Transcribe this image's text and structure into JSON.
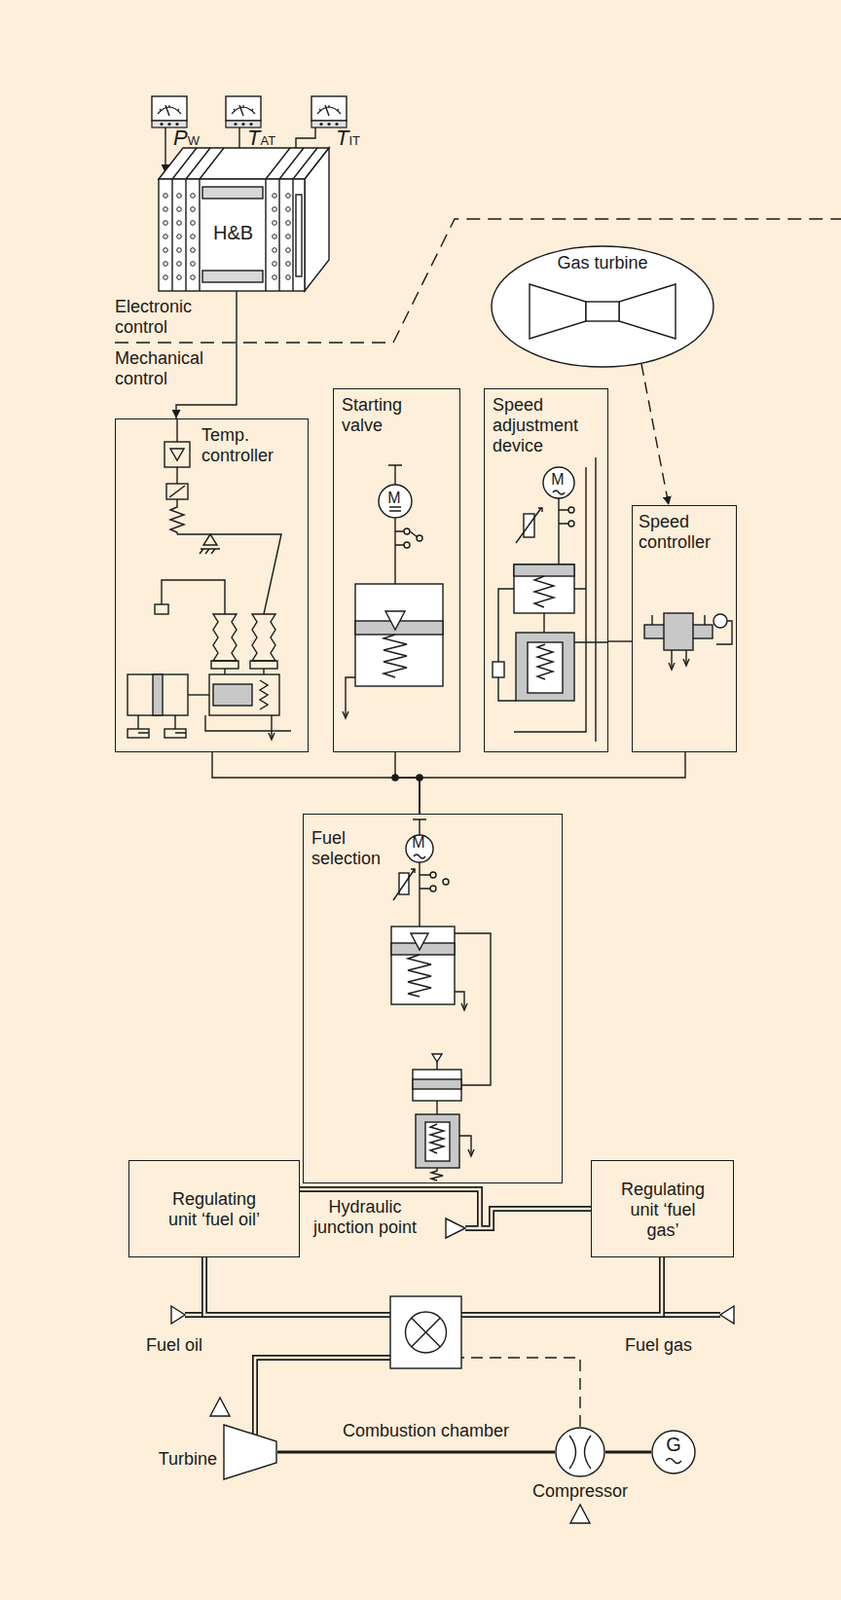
{
  "diagram": {
    "nodes": [
      {
        "text": [
          "H&B"
        ]
      },
      {
        "text": [
          "Gas turbine"
        ]
      },
      {
        "text": [
          "Temp. controller"
        ]
      },
      {
        "text": [
          "Starting valve"
        ]
      },
      {
        "text": [
          "Speed adjustment device"
        ]
      },
      {
        "text": [
          "Speed controller"
        ]
      },
      {
        "text": [
          "Fuel selection"
        ]
      },
      {
        "text": [
          "Regulating unit ‘fuel oil’"
        ]
      },
      {
        "text": [
          "Regulating unit ‘fuel gas’"
        ]
      },
      {
        "text": [
          "Combustion chamber"
        ]
      },
      {
        "text": [
          "Turbine"
        ]
      },
      {
        "text": [
          "Compressor"
        ]
      },
      {
        "text": [
          "G"
        ]
      }
    ],
    "edges": [
      {
        "from": 0,
        "to": 2,
        "arrow": "to"
      },
      {
        "from": 1,
        "to": 5,
        "arrow": "to"
      },
      {
        "from": 4,
        "to": 5,
        "arrow": "none"
      },
      {
        "from": 2,
        "to": 6,
        "arrow": "none"
      },
      {
        "from": 3,
        "to": 6,
        "arrow": "none"
      },
      {
        "from": 5,
        "to": 6,
        "arrow": "none"
      },
      {
        "from": 7,
        "to": 9,
        "arrow": "none"
      },
      {
        "from": 8,
        "to": 9,
        "arrow": "none"
      },
      {
        "from": 9,
        "to": 10,
        "arrow": "none"
      },
      {
        "from": 11,
        "to": 9,
        "arrow": "none"
      },
      {
        "from": 10,
        "to": 11,
        "arrow": "none"
      },
      {
        "from": 11,
        "to": 12,
        "arrow": "none"
      }
    ],
    "labels": [
      "Electronic control",
      "Mechanical control",
      "PW",
      "TAT",
      "TIT",
      "M",
      "M",
      "M",
      "Hydraulic junction point",
      "Fuel oil",
      "Fuel gas"
    ]
  }
}
